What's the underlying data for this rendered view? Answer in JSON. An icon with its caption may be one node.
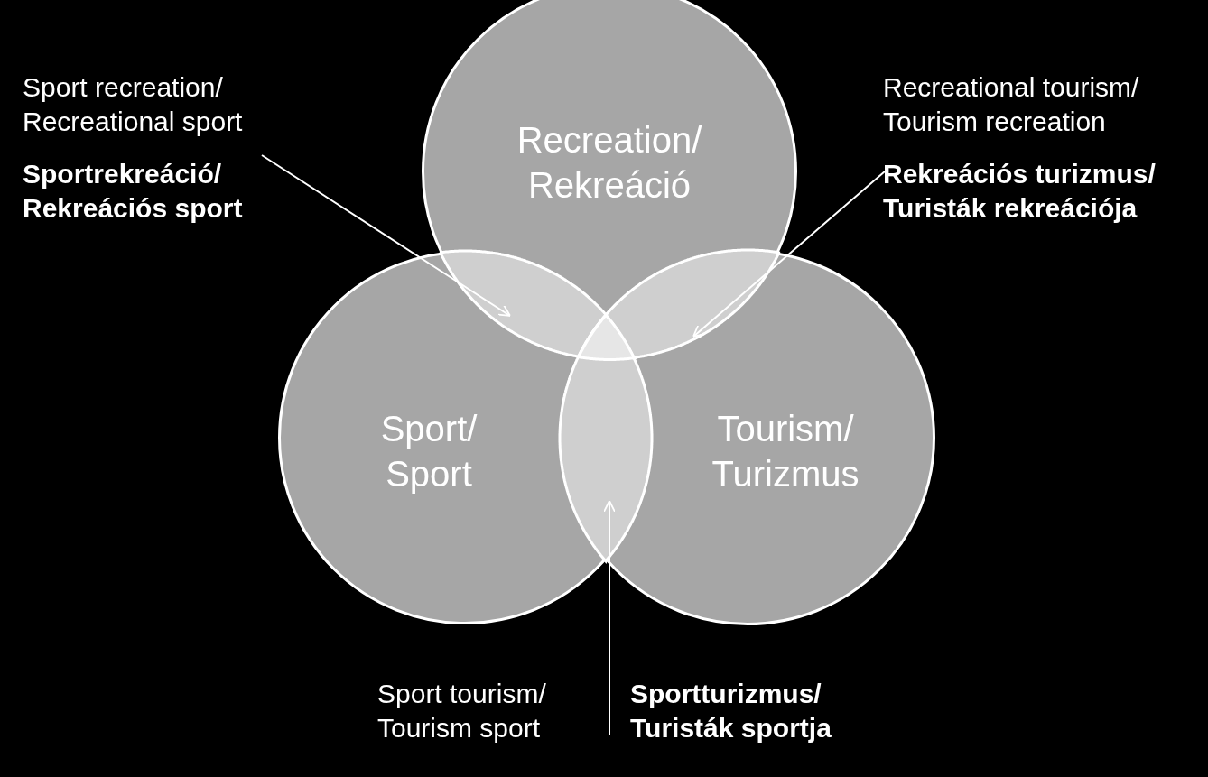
{
  "diagram": {
    "nodes": [
      {
        "text": [
          "Recreation/ Rekreáció"
        ]
      },
      {
        "text": [
          "Sport/ Sport"
        ]
      },
      {
        "text": [
          "Tourism/ Turizmus"
        ]
      },
      {
        "text": [
          "Sport recreation/ Recreational sport",
          "Sportrekreáció/ Rekreációs sport"
        ]
      },
      {
        "text": [
          "Recreational tourism/ Tourism recreation",
          "Rekreációs turizmus/ Turisták rekreációja"
        ]
      },
      {
        "text": [
          "Sport tourism/ Tourism sport",
          "Sportturizmus/ Turisták sportja"
        ]
      },
      {
        "text": [],
        "shape": "lens"
      },
      {
        "text": [],
        "shape": "lens"
      },
      {
        "text": [],
        "shape": "lens"
      }
    ],
    "edges": [
      {
        "from": 3,
        "to": 6,
        "arrow": "to"
      },
      {
        "from": 4,
        "to": 7,
        "arrow": "to"
      },
      {
        "from": 5,
        "to": 8,
        "arrow": "to"
      }
    ]
  }
}
